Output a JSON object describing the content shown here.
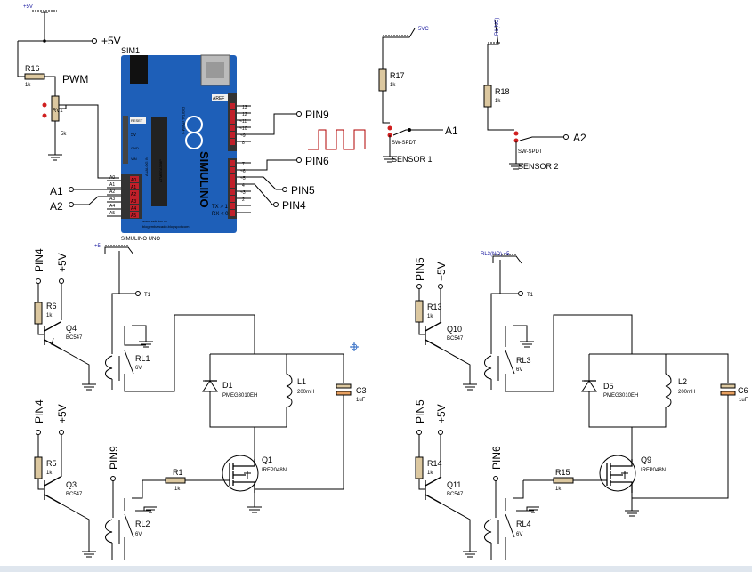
{
  "power": {
    "v5_top": "+5V",
    "v5_label": "+5V",
    "sensor1_supply": "5VC",
    "sensor2_supply": "R1(NC)",
    "relay1_supply": "+5",
    "relay3_supply": "RL3(NO) =5"
  },
  "arduino": {
    "ref": "SIM1",
    "name": "SIMULINO UNO",
    "logo": "SIMULINO",
    "url1": "www.arduino.cc",
    "url2": "blogembarcado.blogspot.com",
    "aref": "AREF",
    "dig_pins_top": [
      "13",
      "12",
      "~11",
      "~10",
      "~9",
      "8"
    ],
    "dig_pins_bottom": [
      "7",
      "~6",
      "~5",
      "4",
      "~3",
      "2",
      "TX > 1",
      "RX < 0"
    ],
    "analog_pins": [
      "A0",
      "A1",
      "A2",
      "A3",
      "A4",
      "A5"
    ],
    "analog_left": [
      "A0",
      "A1",
      "A2",
      "A3",
      "A4",
      "A5"
    ],
    "power_pins": [
      "RESET",
      "5V",
      "GND",
      "VIN"
    ],
    "header_text1": "DIGITAL (PWM~)",
    "header_text2": "ANALOG IN",
    "chip": "ATMEGA328P"
  },
  "pot": {
    "ref": "R16",
    "value": "1k",
    "label": "PWM",
    "pot_value": "5k",
    "pot_ref": "RV1"
  },
  "outputs": {
    "pin9": "PIN9",
    "pin6": "PIN6",
    "pin5": "PIN5",
    "pin4": "PIN4",
    "a1_in": "A1",
    "a2_in": "A2"
  },
  "sensor1": {
    "r": "R17",
    "rv": "1k",
    "sw": "SW-SPDT",
    "name": "SENSOR 1",
    "out": "A1"
  },
  "sensor2": {
    "r": "R18",
    "rv": "1k",
    "sw": "SW-SPDT",
    "name": "SENSOR 2",
    "out": "A2"
  },
  "left_circuit": {
    "pin4": "PIN4",
    "v5": "+5V",
    "r6": "R6",
    "r6v": "1k",
    "q4": "Q4",
    "q4v": "BC547",
    "t1": "T1",
    "rl1": "RL1",
    "rl1v": "6V",
    "d1": "D1",
    "d1v": "PMEG3010EH",
    "l1": "L1",
    "l1v": "200mH",
    "c3": "C3",
    "c3v": "1uF",
    "pin4b": "PIN4",
    "v5b": "+5V",
    "r5": "R5",
    "r5v": "1k",
    "q3": "Q3",
    "q3v": "BC547",
    "pin9": "PIN9",
    "rl2": "RL2",
    "rl2v": "6V",
    "r1": "R1",
    "r1v": "1k",
    "q1": "Q1",
    "q1v": "IRFP048N"
  },
  "right_circuit": {
    "pin5": "PIN5",
    "v5": "+5V",
    "r13": "R13",
    "r13v": "1k",
    "q10": "Q10",
    "q10v": "BC547",
    "t1": "T1",
    "rl3": "RL3",
    "rl3v": "6V",
    "d5": "D5",
    "d5v": "PMEG3010EH",
    "l2": "L2",
    "l2v": "200mH",
    "c6": "C6",
    "c6v": "1uF",
    "pin5b": "PIN5",
    "v5b": "+5V",
    "r14": "R14",
    "r14v": "1k",
    "q11": "Q11",
    "q11v": "BC547",
    "pin6": "PIN6",
    "rl4": "RL4",
    "rl4v": "6V",
    "r15": "R15",
    "r15v": "1k",
    "q9": "Q9",
    "q9v": "IRFP048N"
  }
}
